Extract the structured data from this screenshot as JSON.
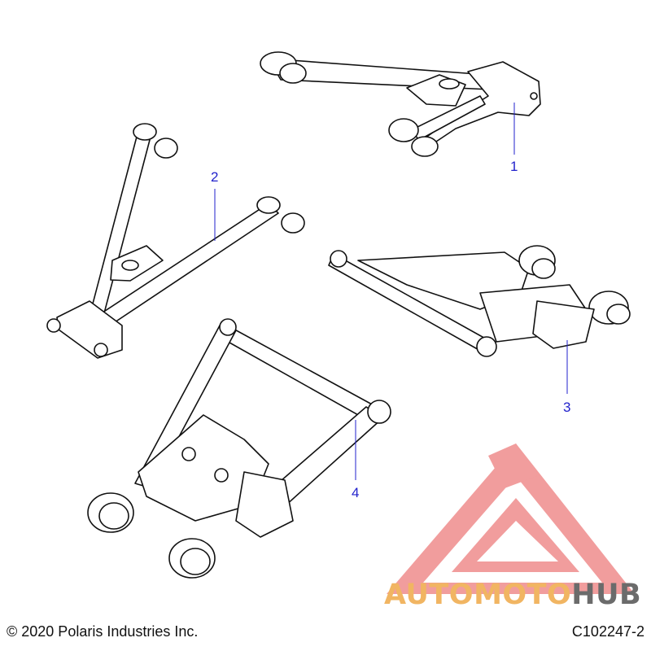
{
  "callouts": {
    "c1": "1",
    "c2": "2",
    "c3": "3",
    "c4": "4"
  },
  "footer": {
    "copyright": "© 2020 Polaris Industries Inc.",
    "drawing_id": "C102247-2"
  },
  "watermark": {
    "part1": "AUTO",
    "part2": "MOTO",
    "part3": "HUB",
    "colors": {
      "logo_red": "#ef8c8c",
      "orange": "#f1b562",
      "gray": "#6b6b6b"
    }
  },
  "colors": {
    "callout": "#2222cc",
    "line": "#111111"
  }
}
